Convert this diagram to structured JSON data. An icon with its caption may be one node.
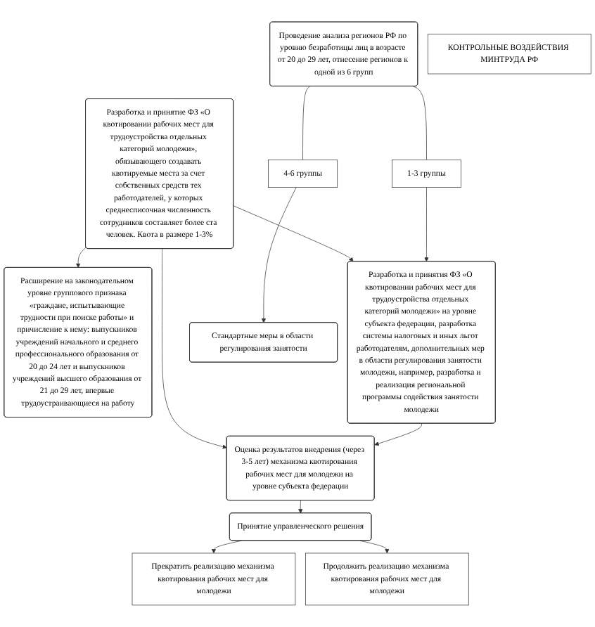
{
  "diagram": {
    "nodes": [
      {
        "text": [
          "Разработка и принятие ФЗ «О квотировании рабочих мест для трудоустройства отдельных категорий молодежи», обязывающего создавать квотируемые места за счет собственных средств тех работодателей, у которых среднесписочная численность сотрудников составляет более ста человек. Квота в размере 1-3%"
        ]
      },
      {
        "text": [
          "Расширение на законодательном уровне группового признака «граждане, испытывающие трудности при поиске работы» и причисление к нему: выпускников учреждений начального и среднего профессионального образования от 20 до 24 лет и выпускников учреждений высшего образования от 21 до 29 лет, впервые трудоустраивающиеся на работу"
        ]
      },
      {
        "text": [
          "Проведение анализа регионов РФ по уровню безработицы лиц в возрасте от 20 до 29 лет, отнесение регионов к одной из 6 групп"
        ]
      },
      {
        "text": [
          "1-3 группы"
        ]
      },
      {
        "text": [
          "4-6 группы"
        ]
      },
      {
        "text": [
          "Разработка и принятия ФЗ «О квотировании рабочих мест для трудоустройства отдельных категорий молодежи» на уровне субъекта федерации, разработка системы налоговых и иных льгот работодателям, дополнительных мер в области регулирования занятости молодежи, например, разработка и реализация региональной программы содействия занятости молодежи"
        ]
      },
      {
        "text": [
          "Стандартные меры в области регулирования занятости"
        ]
      },
      {
        "text": [
          "Оценка результатов внедрения (через 3-5 лет) механизма квотирования рабочих мест для молодежи на уровне субъекта федерации"
        ]
      },
      {
        "text": [
          "Принятие управленческого решения"
        ]
      },
      {
        "text": [
          "Прекратить реализацию механизма квотирования рабочих мест для молодежи"
        ]
      },
      {
        "text": [
          "Продолжить реализацию механизма квотирования рабочих мест для молодежи"
        ]
      },
      {
        "text": [
          "КОНТРОЛЬНЫЕ ВОЗДЕЙСТВИЯ МИНТРУДА РФ"
        ]
      }
    ],
    "edges": [
      {
        "from": 0,
        "to": 1,
        "arrow": "to"
      },
      {
        "from": 0,
        "to": 5,
        "arrow": "to"
      },
      {
        "from": 0,
        "to": 7,
        "arrow": "to"
      },
      {
        "from": 2,
        "to": 3,
        "arrow": "none"
      },
      {
        "from": 2,
        "to": 4,
        "arrow": "none"
      },
      {
        "from": 3,
        "to": 5,
        "arrow": "to"
      },
      {
        "from": 4,
        "to": 6,
        "arrow": "to"
      },
      {
        "from": 5,
        "to": 7,
        "arrow": "to"
      },
      {
        "from": 7,
        "to": 8,
        "arrow": "to"
      },
      {
        "from": 8,
        "to": 9,
        "arrow": "to"
      },
      {
        "from": 8,
        "to": 10,
        "arrow": "to"
      }
    ]
  }
}
